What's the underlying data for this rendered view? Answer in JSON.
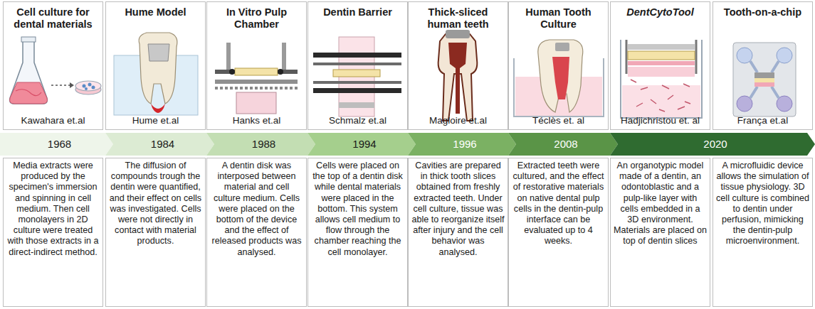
{
  "diagram": {
    "nodes": [
      {
        "text": [
          "Cell culture for dental materials",
          "Kawahara et.al"
        ]
      },
      {
        "text": [
          "Hume Model",
          "Hume et.al"
        ]
      },
      {
        "text": [
          "In Vitro Pulp Chamber",
          "Hanks et.al"
        ]
      },
      {
        "text": [
          "Dentin Barrier",
          "Schmalz et.al"
        ]
      },
      {
        "text": [
          "Thick-sliced human teeth",
          "Magloire et.al"
        ]
      },
      {
        "text": [
          "Human Tooth Culture",
          "Téclès et. al"
        ]
      },
      {
        "text": [
          "DentCytoTool",
          "Hadjichristou et. al"
        ]
      },
      {
        "text": [
          "Tooth-on-a-chip",
          "França et.al"
        ]
      },
      {
        "text": [
          "1968"
        ]
      },
      {
        "text": [
          "1984"
        ]
      },
      {
        "text": [
          "1988"
        ]
      },
      {
        "text": [
          "1994"
        ]
      },
      {
        "text": [
          "1996"
        ]
      },
      {
        "text": [
          "2008"
        ]
      },
      {
        "text": [
          "2020"
        ]
      },
      {
        "text": [
          "Media extracts were produced by the specimen's immersion and spinning in cell medium. Then cell monolayers in 2D culture were treated with those extracts in a direct-indirect method."
        ]
      },
      {
        "text": [
          "The diffusion of compounds trough the dentin were quantified, and their effect on cells was investigated. Cells were not directly in contact with material products."
        ]
      },
      {
        "text": [
          "A dentin disk was interposed between material and cell culture medium. Cells were placed on the bottom of the device and the effect of released products was analysed."
        ]
      },
      {
        "text": [
          "Cells were placed on the top of a dentin disk while dental materials were placed in the bottom. This system allows cell medium to flow through the chamber reaching the cell monolayer."
        ]
      },
      {
        "text": [
          "Cavities are prepared in thick tooth slices obtained from freshly extracted teeth. Under cell culture, tissue was able to reorganize itself after injury and the cell behavior was analysed."
        ]
      },
      {
        "text": [
          "Extracted teeth were cultured, and the effect of restorative materials on native dental pulp cells in the dentin-pulp interface can be evaluated up to 4 weeks."
        ]
      },
      {
        "text": [
          "An organotypic model made of a dentin, an odontoblastic and a pulp-like layer with cells embedded in a 3D environment. Materials are placed on top of dentin slices"
        ]
      },
      {
        "text": [
          "A microfluidic device allows the simulation of tissue physiology. 3D cell culture is combined to dentin under perfusion, mimicking the dentin-pulp microenvironment."
        ]
      }
    ]
  }
}
